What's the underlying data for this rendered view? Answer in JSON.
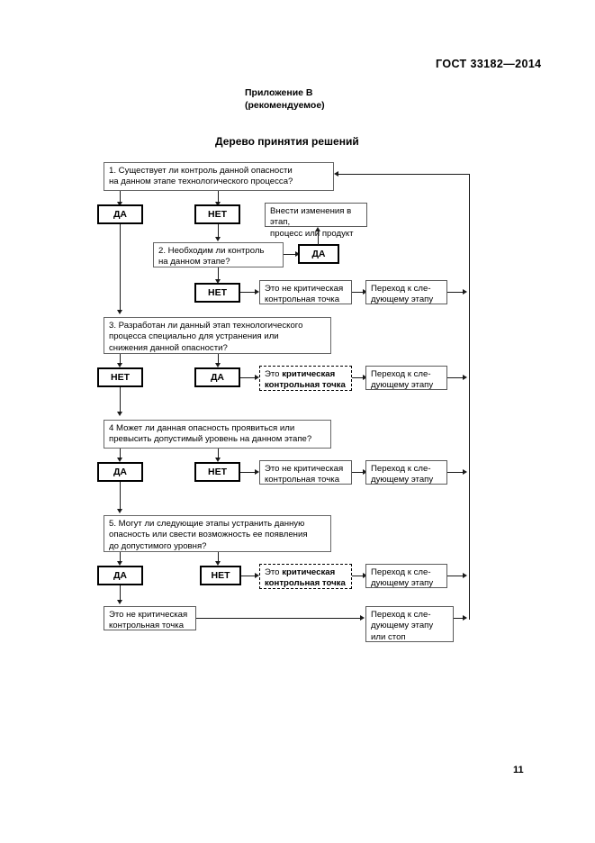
{
  "page": {
    "standard_header": "ГОСТ 33182—2014",
    "appendix_line1": "Приложение В",
    "appendix_line2": "(рекомендуемое)",
    "title": "Дерево принятия решений",
    "page_number": "11"
  },
  "labels": {
    "yes": "ДА",
    "no": "НЕТ"
  },
  "nodes": {
    "q1": "1. Существует ли контроль данной опасности\nна данном этапе технологического процесса?",
    "q2": "2. Необходим ли контроль\nна данном этапе?",
    "q3": "3. Разработан ли данный этап технологического\nпроцесса специально для устранения или\nснижения данной опасности?",
    "q4": "4  Может ли данная опасность проявиться или\nпревысить допустимый уровень на данном этапе?",
    "q5": "5. Могут ли следующие этапы устранить данную\nопасность или свести возможность ее появления\nдо допустимого уровня?",
    "modify": "Внести изменения в этап,\nпроцесс или продукт",
    "not_ccp": "Это не критическая\nконтрольная точка",
    "ccp_prefix": "Это ",
    "ccp_bold": "критическая\nконтрольная точка",
    "next_step": "Переход к сле-\nдующему этапу",
    "next_step_or_stop": "Переход к сле-\nдующему этапу\nили стоп"
  },
  "colors": {
    "line": "#1a1a1a",
    "box_border": "#555555",
    "emphasis_border": "#000000",
    "background": "#ffffff"
  }
}
